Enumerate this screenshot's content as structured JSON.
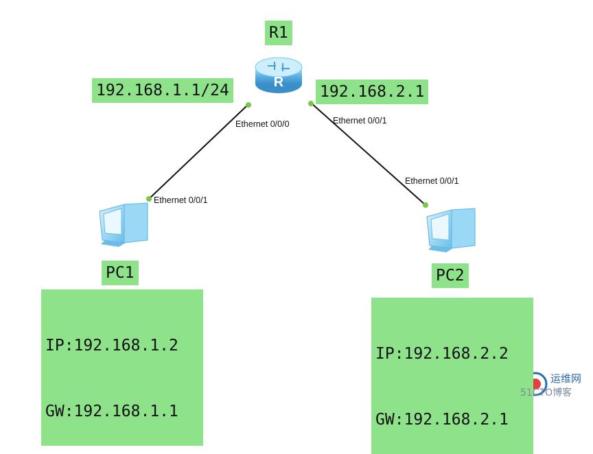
{
  "diagram": {
    "nodes": {
      "r1": {
        "name": "R1",
        "type": "router",
        "icon": "router-icon"
      },
      "pc1": {
        "name": "PC1",
        "type": "pc",
        "icon": "pc-icon",
        "ip": "IP:192.168.1.2",
        "gw": "GW:192.168.1.1"
      },
      "pc2": {
        "name": "PC2",
        "type": "pc",
        "icon": "pc-icon",
        "ip": "IP:192.168.2.2",
        "gw": "GW:192.168.2.1"
      }
    },
    "r1_interfaces": {
      "left_ip": "192.168.1.1/24",
      "right_ip": "192.168.2.1"
    },
    "links": [
      {
        "from": "r1",
        "to": "pc1",
        "from_port": "Ethernet 0/0/0",
        "to_port": "Ethernet 0/0/1"
      },
      {
        "from": "r1",
        "to": "pc2",
        "from_port": "Ethernet 0/0/1",
        "to_port": "Ethernet 0/0/1"
      }
    ],
    "colors": {
      "label_bg": "#8ee38a",
      "link": "#111111",
      "port_dot": "#7ac943",
      "router_blue": "#5fb4e6",
      "pc_blue": "#8fd3f5"
    }
  },
  "watermark": {
    "line1": "运维网",
    "line2": "51CTO博客"
  }
}
